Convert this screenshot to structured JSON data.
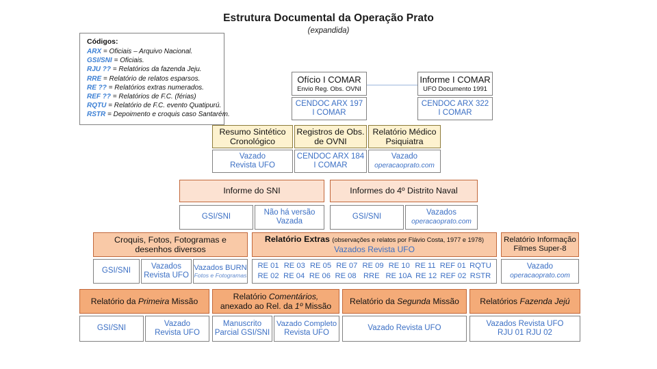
{
  "title": {
    "main": "Estrutura Documental da Operação Prato",
    "subtitle": "(expandida)"
  },
  "legend": {
    "heading": "Códigos:",
    "entries": [
      {
        "code": "ARX",
        "text": "= Oficiais – Arquivo Nacional."
      },
      {
        "code": "GSI/SNI",
        "text": "= Oficiais."
      },
      {
        "code": "RJU ??",
        "text": "= Relatórios da fazenda Jeju."
      },
      {
        "code": "RRE",
        "text": "= Relatório de relatos esparsos."
      },
      {
        "code": "RE ??",
        "text": "= Relatórios extras numerados."
      },
      {
        "code": "REF ??",
        "text": "= Relatórios de F.C. (férias)"
      },
      {
        "code": "RQTU",
        "text": "= Relatório de F.C. evento Quatipurú."
      },
      {
        "code": "RSTR",
        "text": "= Depoimento e croquis caso Santarém."
      }
    ]
  },
  "row1": {
    "oficio": {
      "line1": "Ofício I COMAR",
      "line2": "Envio Reg. Obs. OVNI"
    },
    "oficio_leaf": {
      "line1": "CENDOC ARX 197",
      "line2": "I COMAR"
    },
    "informe": {
      "line1": "Informe I COMAR",
      "line2": "UFO Documento 1991"
    },
    "informe_leaf": {
      "line1": "CENDOC ARX 322",
      "line2": "I COMAR"
    }
  },
  "row2": {
    "resumo": {
      "line1": "Resumo Sintético",
      "line2": "Cronológico"
    },
    "resumo_leaf": {
      "line1": "Vazado",
      "line2": "Revista UFO"
    },
    "registros": {
      "line1": "Registros de Obs.",
      "line2": "de OVNI"
    },
    "registros_leaf": {
      "line1": "CENDOC ARX 184",
      "line2": "I COMAR"
    },
    "medico": {
      "line1": "Relatório Médico",
      "line2": "Psiquiatra"
    },
    "medico_leaf": {
      "line1": "Vazado",
      "line2": "operacaoprato.com"
    }
  },
  "row3": {
    "informe_sni": "Informe do SNI",
    "informes_4dn": "Informes do 4º Distrito Naval",
    "leaf1": "GSI/SNI",
    "leaf2": {
      "line1": "Não há versão",
      "line2": "Vazada"
    },
    "leaf3": "GSI/SNI",
    "leaf4": {
      "line1": "Vazados",
      "line2": "operacaoprato.com"
    }
  },
  "row4": {
    "croquis": {
      "line1": "Croquis, Fotos, Fotogramas e",
      "line2": "desenhos diversos"
    },
    "extras": {
      "title_bold": "Relatório Extras",
      "title_note": "(observações e relatos por Flávio Costa, 1977 e 1978)",
      "sub": "Vazados Revista UFO"
    },
    "filmes": {
      "line1": "Relatório Informação",
      "line2": "Filmes Super-8"
    },
    "leaf_gsi": "GSI/SNI",
    "leaf_vazados": {
      "line1": "Vazados",
      "line2": "Revista UFO"
    },
    "leaf_burn": {
      "line1": "Vazados BURN",
      "line2": "Fotos e Fotogramas"
    },
    "codes": {
      "top": [
        "RE 01",
        "RE 03",
        "RE 05",
        "RE 07",
        "RE 09",
        "RE 10",
        "RE 11",
        "REF 01",
        "RQTU"
      ],
      "bottom": [
        "RE 02",
        "RE 04",
        "RE 06",
        "RE 08",
        "RRE",
        "RE 10A",
        "RE 12",
        "REF 02",
        "RSTR"
      ]
    },
    "leaf_filmes": {
      "line1": "Vazado",
      "line2": "operacaoprato.com"
    }
  },
  "row5": {
    "primeira": {
      "pre": "Relatório da ",
      "em": "Primeira",
      "post": " Missão"
    },
    "comentarios": {
      "pre": "Relatório ",
      "em": "Comentários,",
      "line2_pre": "anexado ao Rel. da ",
      "line2_em": "1º",
      "line2_post": "  Missão"
    },
    "segunda": {
      "pre": "Relatório da ",
      "em": "Segunda",
      "post": " Missão"
    },
    "fazenda": {
      "pre": "Relatórios ",
      "em": "Fazenda Jejú",
      "post": ""
    },
    "leaf_gsi": "GSI/SNI",
    "leaf_vazado": {
      "line1": "Vazado",
      "line2": "Revista UFO"
    },
    "leaf_manuscrito": {
      "line1": "Manuscrito",
      "line2": "Parcial GSI/SNI"
    },
    "leaf_completo": {
      "line1": "Vazado Completo",
      "line2": "Revista UFO"
    },
    "leaf_segunda": "Vazado Revista UFO",
    "leaf_fazenda": {
      "line1": "Vazados Revista UFO",
      "line2": "RJU 01   RJU 02"
    }
  },
  "colors": {
    "blue_text": "#3b6fc4",
    "cream": "#fdf2cf",
    "peach_light": "#fce2d2",
    "peach_med": "#f9c9a7",
    "orange": "#f4ab78"
  }
}
